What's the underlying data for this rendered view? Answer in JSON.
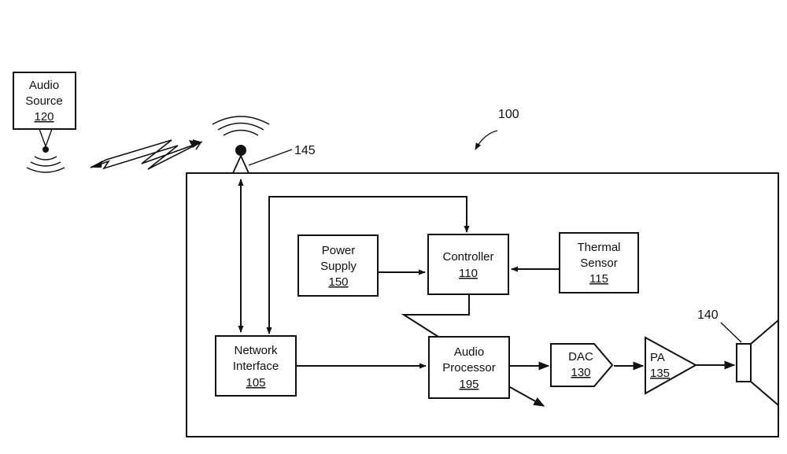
{
  "diagram": {
    "reference_labels": {
      "system": "100",
      "antenna": "145",
      "speaker": "140"
    },
    "blocks": {
      "audio_source": {
        "line1": "Audio",
        "line2": "Source",
        "number": "120"
      },
      "power_supply": {
        "line1": "Power",
        "line2": "Supply",
        "number": "150"
      },
      "controller": {
        "line1": "Controller",
        "number": "110"
      },
      "thermal_sensor": {
        "line1": "Thermal",
        "line2": "Sensor",
        "number": "115"
      },
      "network_interface": {
        "line1": "Network",
        "line2": "Interface",
        "number": "105"
      },
      "audio_processor": {
        "line1": "Audio",
        "line2": "Processor",
        "number": "195"
      },
      "dac": {
        "line1": "DAC",
        "number": "130"
      },
      "pa": {
        "line1": "PA",
        "number": "135"
      }
    }
  }
}
